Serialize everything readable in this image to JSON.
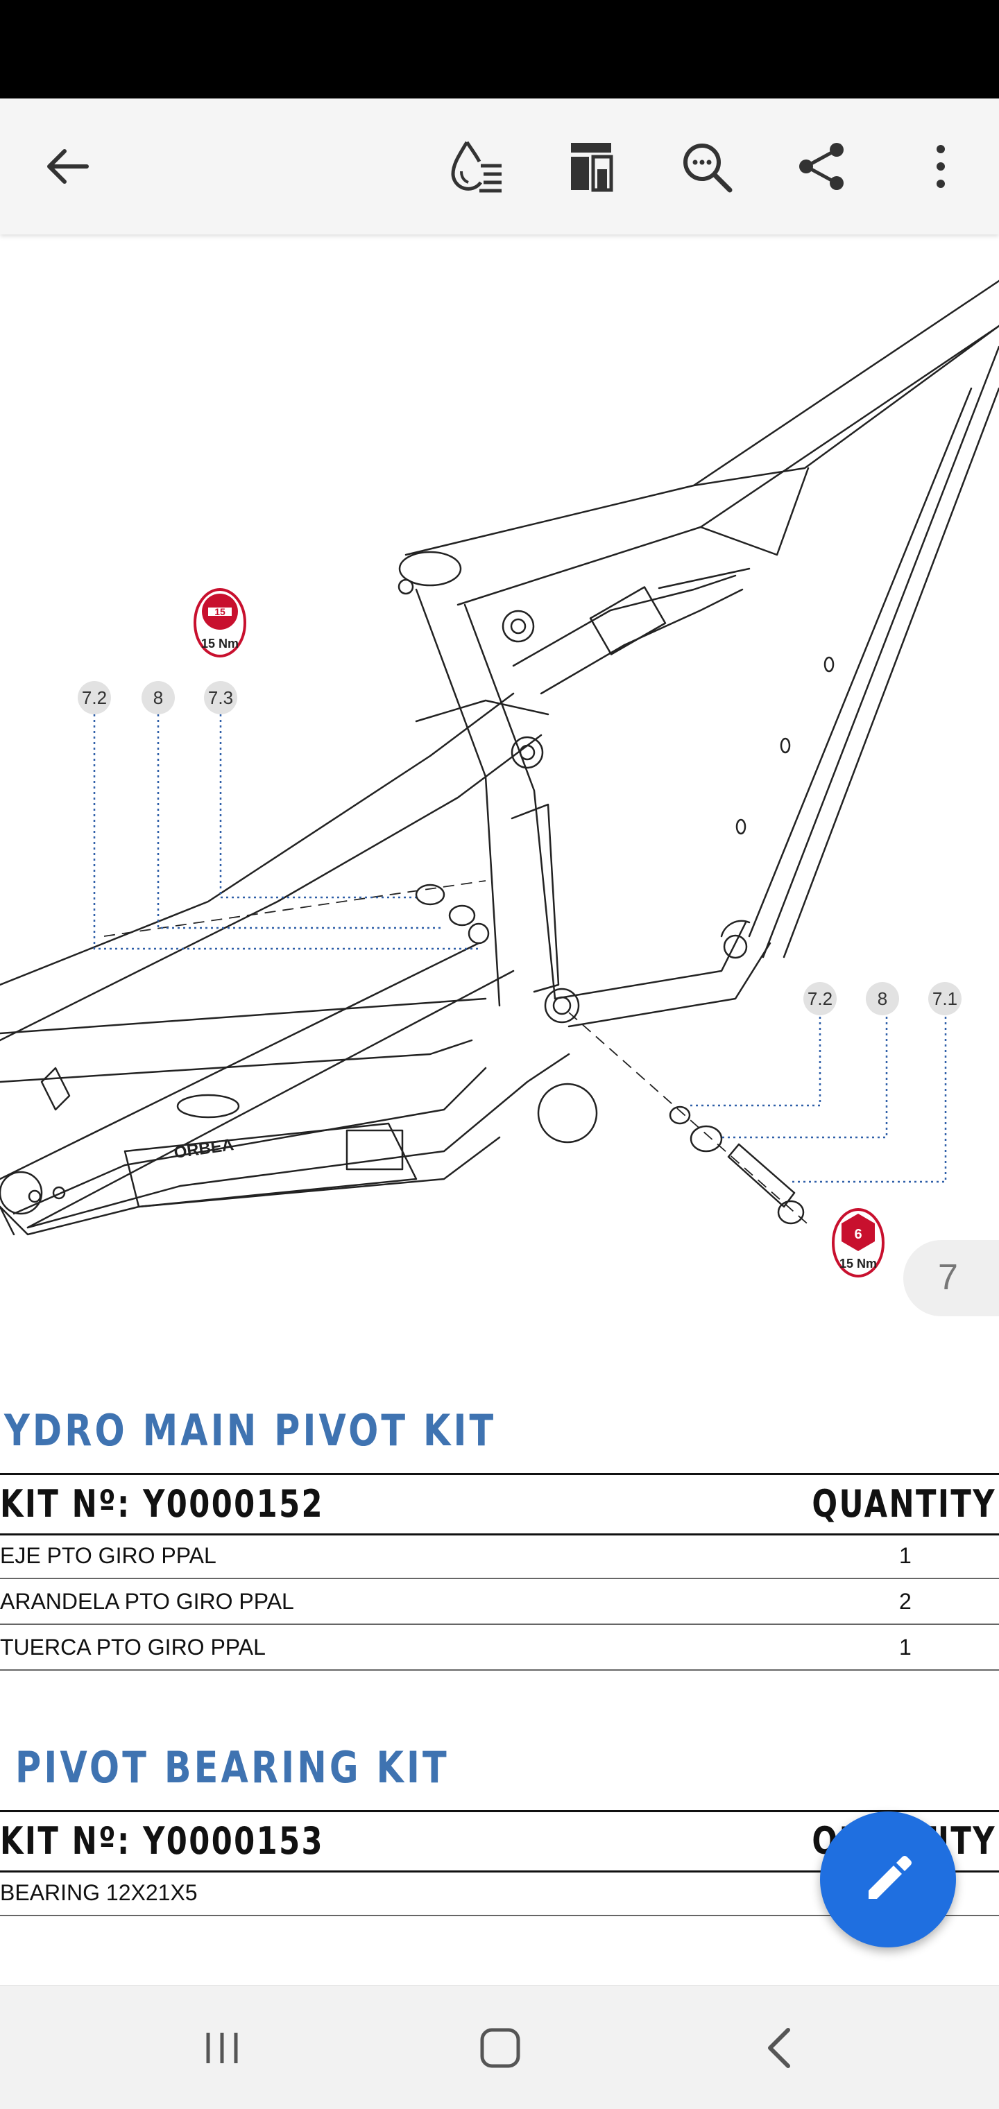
{
  "toolbar": {
    "back_icon": "arrow-left-icon",
    "icons": [
      "reading-mode-icon",
      "bookmark-page-icon",
      "search-icon",
      "share-icon",
      "more-vert-icon"
    ]
  },
  "diagram": {
    "callouts_left": [
      "7.2",
      "8",
      "7.3"
    ],
    "callouts_right": [
      "7.2",
      "8",
      "7.1"
    ],
    "torque_top": {
      "value": "15",
      "unit": "15 Nm"
    },
    "torque_bottom": {
      "value": "6",
      "unit": "15 Nm"
    },
    "brand": "ORBEA"
  },
  "page_indicator": "7",
  "sections": [
    {
      "title": "YDRO MAIN PIVOT KIT",
      "kit_number": "KIT Nº: Y0000152",
      "quantity_header": "QUANTITY",
      "items": [
        {
          "name": "EJE PTO GIRO PPAL",
          "qty": "1"
        },
        {
          "name": "ARANDELA PTO GIRO PPAL",
          "qty": "2"
        },
        {
          "name": "TUERCA PTO GIRO PPAL",
          "qty": "1"
        }
      ]
    },
    {
      "title": "PIVOT BEARING KIT",
      "kit_number": "KIT Nº: Y0000153",
      "quantity_header": "QUANTITY",
      "items": [
        {
          "name": "BEARING 12X21X5",
          "qty": ""
        }
      ]
    }
  ],
  "fab": {
    "icon": "pencil-icon"
  },
  "nav": {
    "icons": [
      "recent-apps-icon",
      "home-icon",
      "back-icon"
    ]
  },
  "colors": {
    "accent": "#3f73b1",
    "fab": "#1f6fe0",
    "torque_red": "#c8102e",
    "leader_blue": "#2f5fa8"
  }
}
